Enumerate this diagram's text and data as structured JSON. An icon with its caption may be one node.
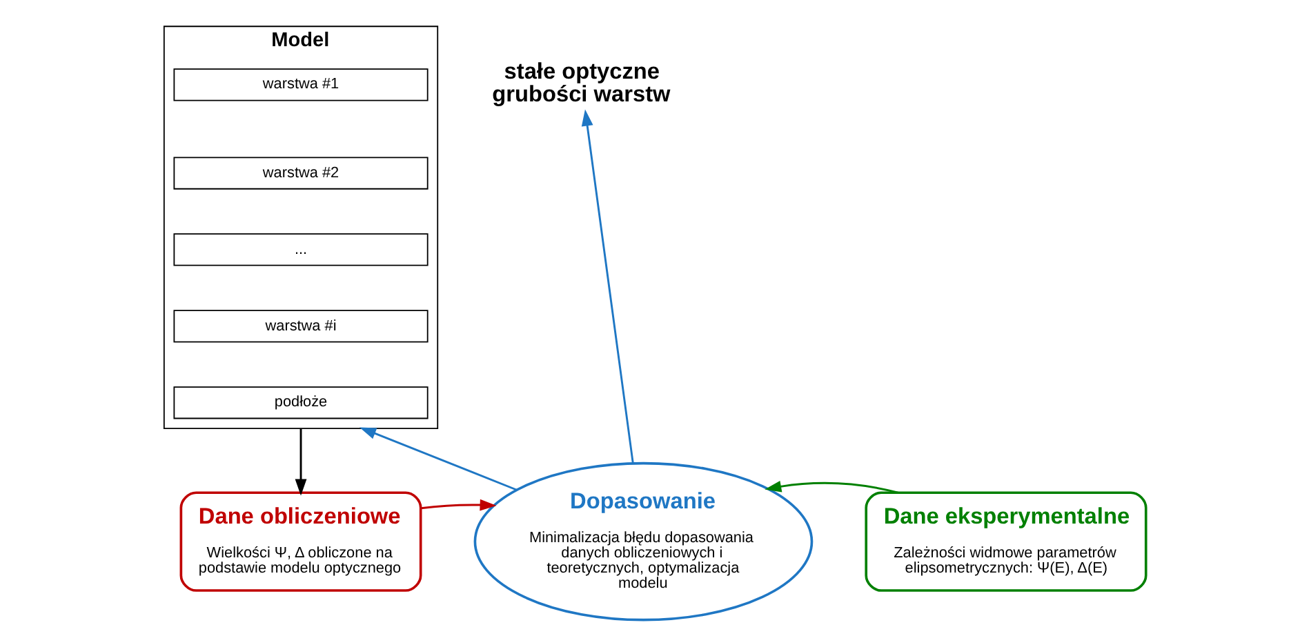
{
  "diagram": {
    "nodes": [
      {
        "text": [
          "Model"
        ]
      },
      {
        "text": [
          "warstwa #1"
        ],
        "in": 0
      },
      {
        "text": [
          "warstwa #2"
        ],
        "in": 0
      },
      {
        "text": [
          "..."
        ],
        "in": 0
      },
      {
        "text": [
          "warstwa #i"
        ],
        "in": 0
      },
      {
        "text": [
          "podłoże"
        ],
        "in": 0
      },
      {
        "text": [
          "stałe optyczne grubości warstw"
        ]
      },
      {
        "text": [
          "Dane obliczeniowe",
          "Wielkości Ψ, Δ obliczone na podstawie modelu optycznego"
        ]
      },
      {
        "text": [
          "Dopasowanie",
          "Minimalizacja błędu dopasowania danych obliczeniowych i teoretycznych, optymalizacja modelu"
        ]
      },
      {
        "text": [
          "Dane eksperymentalne",
          "Zależności widmowe parametrów elipsometrycznych: Ψ(E), Δ(E)"
        ]
      }
    ],
    "edges": [
      {
        "from": 0,
        "to": 7,
        "arrow": "to",
        "color": "#000000"
      },
      {
        "from": 7,
        "to": 8,
        "arrow": "to",
        "color": "#c00000"
      },
      {
        "from": 9,
        "to": 8,
        "arrow": "to",
        "color": "#008000"
      },
      {
        "from": 8,
        "to": 0,
        "arrow": "to",
        "color": "#1f77c4"
      },
      {
        "from": 8,
        "to": 6,
        "arrow": "to",
        "color": "#1f77c4"
      }
    ]
  }
}
